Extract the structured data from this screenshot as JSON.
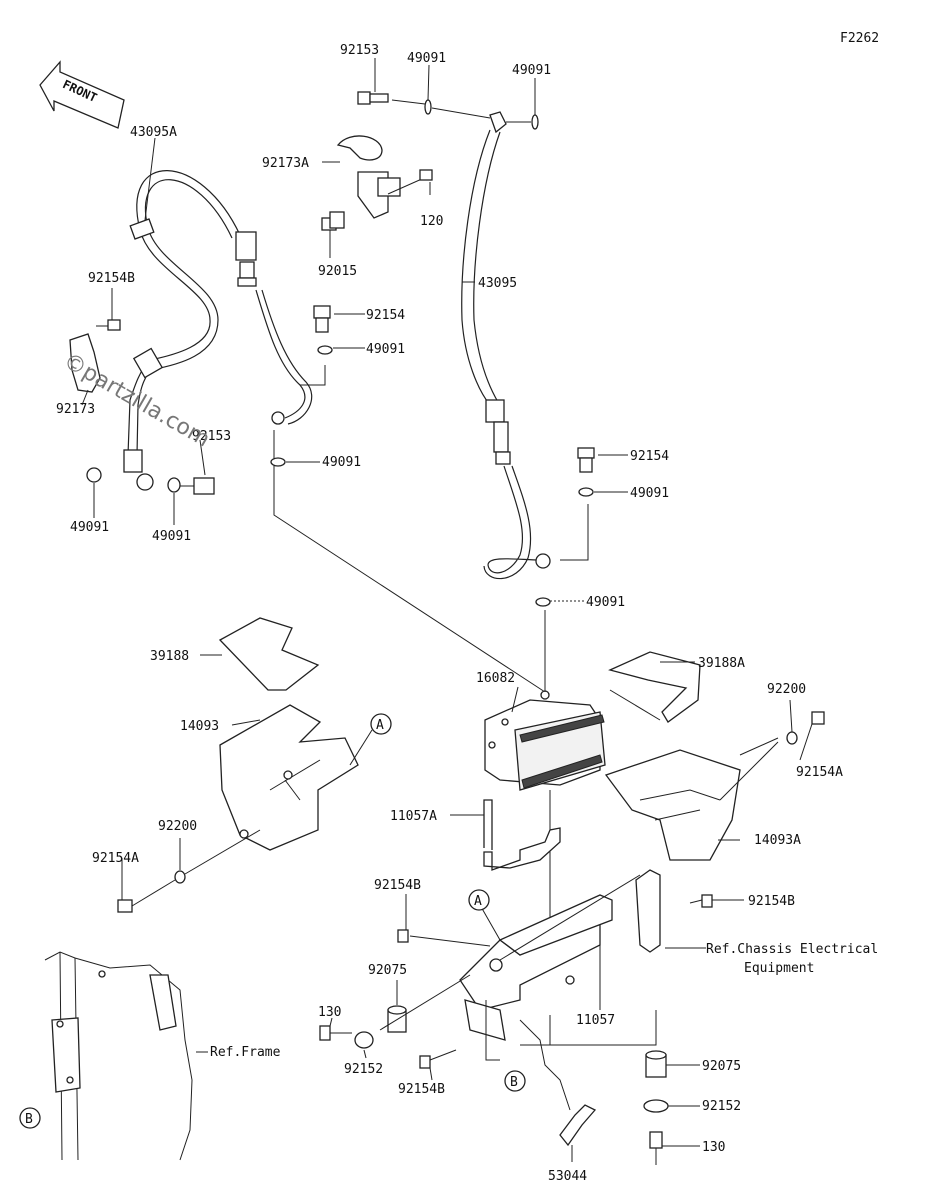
{
  "figure_code": "F2262",
  "front_label": "FRONT",
  "watermark": "©partzilla.com",
  "parts": {
    "p43095A": "43095A",
    "p92153_top": "92153",
    "p49091_top1": "49091",
    "p49091_top2": "49091",
    "p92173A": "92173A",
    "p120": "120",
    "p92015": "92015",
    "p43095": "43095",
    "p92154B_l": "92154B",
    "p92154_m": "92154",
    "p49091_m1": "49091",
    "p92173": "92173",
    "p92153_l": "92153",
    "p49091_m2": "49091",
    "p49091_bl1": "49091",
    "p49091_bl2": "49091",
    "p92154_r": "92154",
    "p49091_r1": "49091",
    "p49091_r2": "49091",
    "p39188": "39188",
    "p39188A": "39188A",
    "p16082": "16082",
    "p92200_r": "92200",
    "p92154A_r": "92154A",
    "p14093": "14093",
    "p14093A": "14093A",
    "p11057A": "11057A",
    "p92200_l": "92200",
    "p92154A_l": "92154A",
    "p92154B_m": "92154B",
    "p92154B_r": "92154B",
    "p92075_l": "92075",
    "p11057": "11057",
    "p130_l": "130",
    "p92152_l": "92152",
    "p92154B_b": "92154B",
    "p92075_r": "92075",
    "p92152_r": "92152",
    "p130_r": "130",
    "p53044": "53044"
  },
  "references": {
    "chassis_line1": "Ref.Chassis Electrical",
    "chassis_line2": "Equipment",
    "frame": "Ref.Frame"
  },
  "callouts": {
    "a": "A",
    "b": "B"
  }
}
